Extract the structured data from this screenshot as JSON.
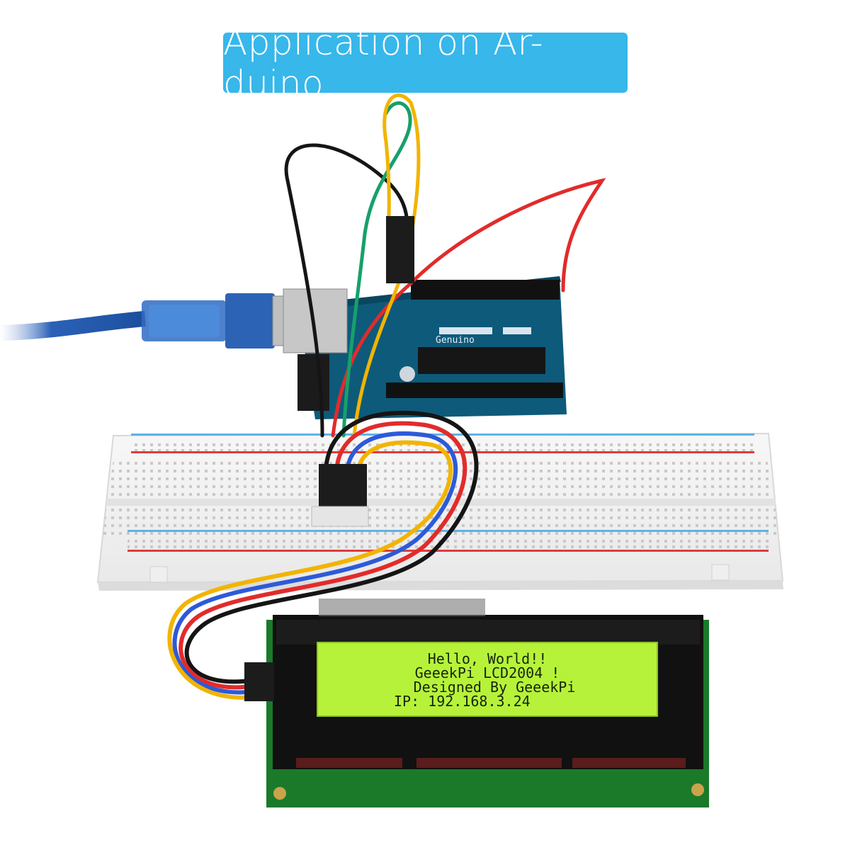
{
  "banner": {
    "title": "Application on Ar-duino"
  },
  "arduino": {
    "label": "Genuino"
  },
  "lcd": {
    "lines": [
      "Hello, World!!",
      "GeeekPi LCD2004 !",
      "Designed By GeeekPi",
      "IP: 192.168.3.24"
    ]
  },
  "colors": {
    "banner": "#37b7ea",
    "lcd_screen": "#b7f23a",
    "pcb": "#0e5a7a",
    "lcd_pcb": "#1a7a2a",
    "wire_red": "#e22b2b",
    "wire_yellow": "#f2b400",
    "wire_green": "#17a06a",
    "wire_blue": "#2d5ad8",
    "wire_black": "#151515",
    "usb_cable": "#2a61b8"
  }
}
